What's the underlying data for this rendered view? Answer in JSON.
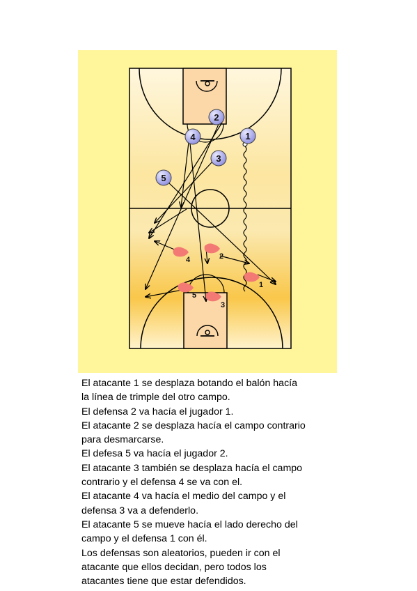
{
  "attackers": [
    {
      "label": "1"
    },
    {
      "label": "2"
    },
    {
      "label": "3"
    },
    {
      "label": "4"
    },
    {
      "label": "5"
    }
  ],
  "defenders": [
    {
      "label": "1"
    },
    {
      "label": "2"
    },
    {
      "label": "3"
    },
    {
      "label": "4"
    },
    {
      "label": "5"
    }
  ],
  "colors": {
    "panel": "#fff59b",
    "court_light": "#fff6d8",
    "court_dark": "#f9c84a",
    "line": "#000000",
    "attacker_fill": "#a9a9ee",
    "defender_fill": "#f37a74"
  },
  "icons": [
    "attacker-circle-icon",
    "defender-shoe-icon",
    "dribble-path-icon",
    "movement-arrow-icon"
  ],
  "description": [
    "El atacante 1 se desplaza botando el balón hacía",
    "la línea de trimple del otro campo.",
    "El defensa 2 va hacía el jugador 1.",
    "El atacante 2 se desplaza hacía el campo contrario",
    "para desmarcarse.",
    "El defesa 5 va hacía el jugador 2.",
    "El atacante 3 también se desplaza hacía el campo",
    "contrario y el defensa 4 se va con el.",
    "El atacante 4 va hacía el medio del campo y el",
    "defensa 3 va a defenderlo.",
    "El atacante 5 se mueve hacía el lado derecho del",
    "campo y el defensa 1 con él.",
    "Los defensas son aleatorios, pueden ir con el",
    "atacante que ellos decidan, pero todos los",
    "atacantes tiene que estar defendidos."
  ]
}
